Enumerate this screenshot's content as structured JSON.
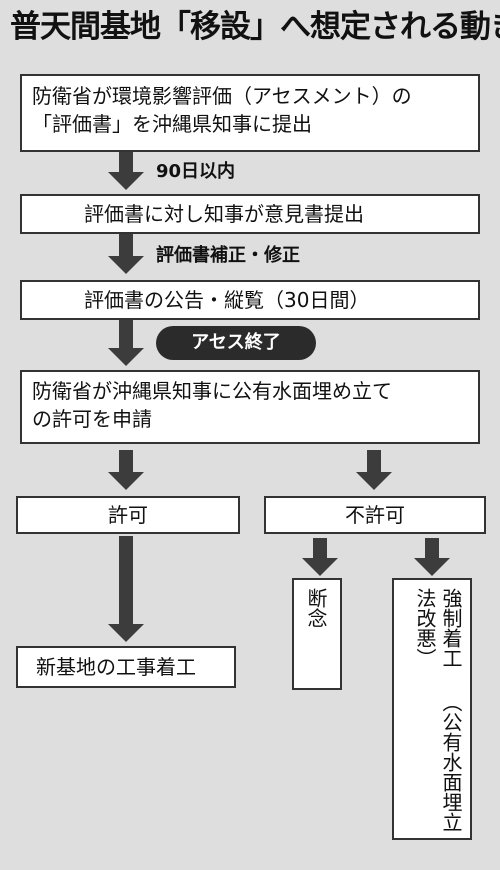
{
  "title": "普天間基地「移設」へ想定される動き",
  "steps": {
    "step1_line1": "防衛省が環境影響評価（アセスメント）の",
    "step1_line2": "「評価書」を沖縄県知事に提出",
    "step2": "評価書に対し知事が意見書提出",
    "step3": "評価書の公告・縦覧（30日間）",
    "step4_line1": "防衛省が沖縄県知事に公有水面埋め立て",
    "step4_line2": "の許可を申請"
  },
  "notes": {
    "note1": "90日以内",
    "note2": "評価書補正・修正",
    "assessment_end": "アセス終了"
  },
  "branches": {
    "permit": "許可",
    "no_permit": "不許可",
    "new_base": "新基地の工事着工",
    "abandon": "断念",
    "force_line1": "強制着工",
    "force_line2": "（公有水面埋立法改悪）"
  }
}
